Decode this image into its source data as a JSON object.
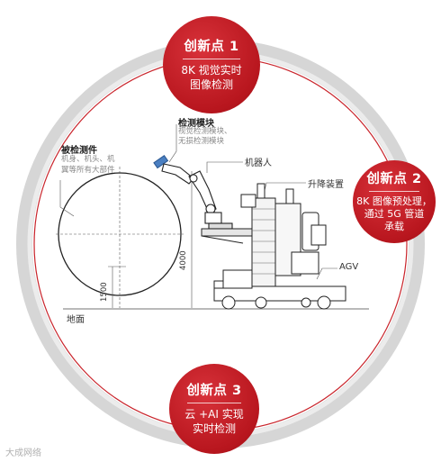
{
  "badges": [
    {
      "title": "创新点 1",
      "lines": [
        "8K 视觉实时",
        "图像检测"
      ]
    },
    {
      "title": "创新点 2",
      "lines": [
        "8K 图像预处理，",
        "通过 5G 管道",
        "承载"
      ]
    },
    {
      "title": "创新点 3",
      "lines": [
        "云 +AI 实现",
        "实时检测"
      ]
    }
  ],
  "labels": {
    "detect_module": "检测模块",
    "detect_module_sub1": "视觉检测模块、",
    "detect_module_sub2": "无损检测模块",
    "inspected_part": "被检测件",
    "inspected_sub1": "机身、机头、机",
    "inspected_sub2": "翼等所有大部件",
    "robot": "机器人",
    "lift": "升降装置",
    "agv": "AGV",
    "ground": "地面",
    "dim_4000": "4000",
    "dim_1500": "1500"
  },
  "watermark": "大成网络",
  "colors": {
    "accent": "#b8161e",
    "ring": "#c9242b",
    "arm_blue": "#4a7fc1"
  }
}
